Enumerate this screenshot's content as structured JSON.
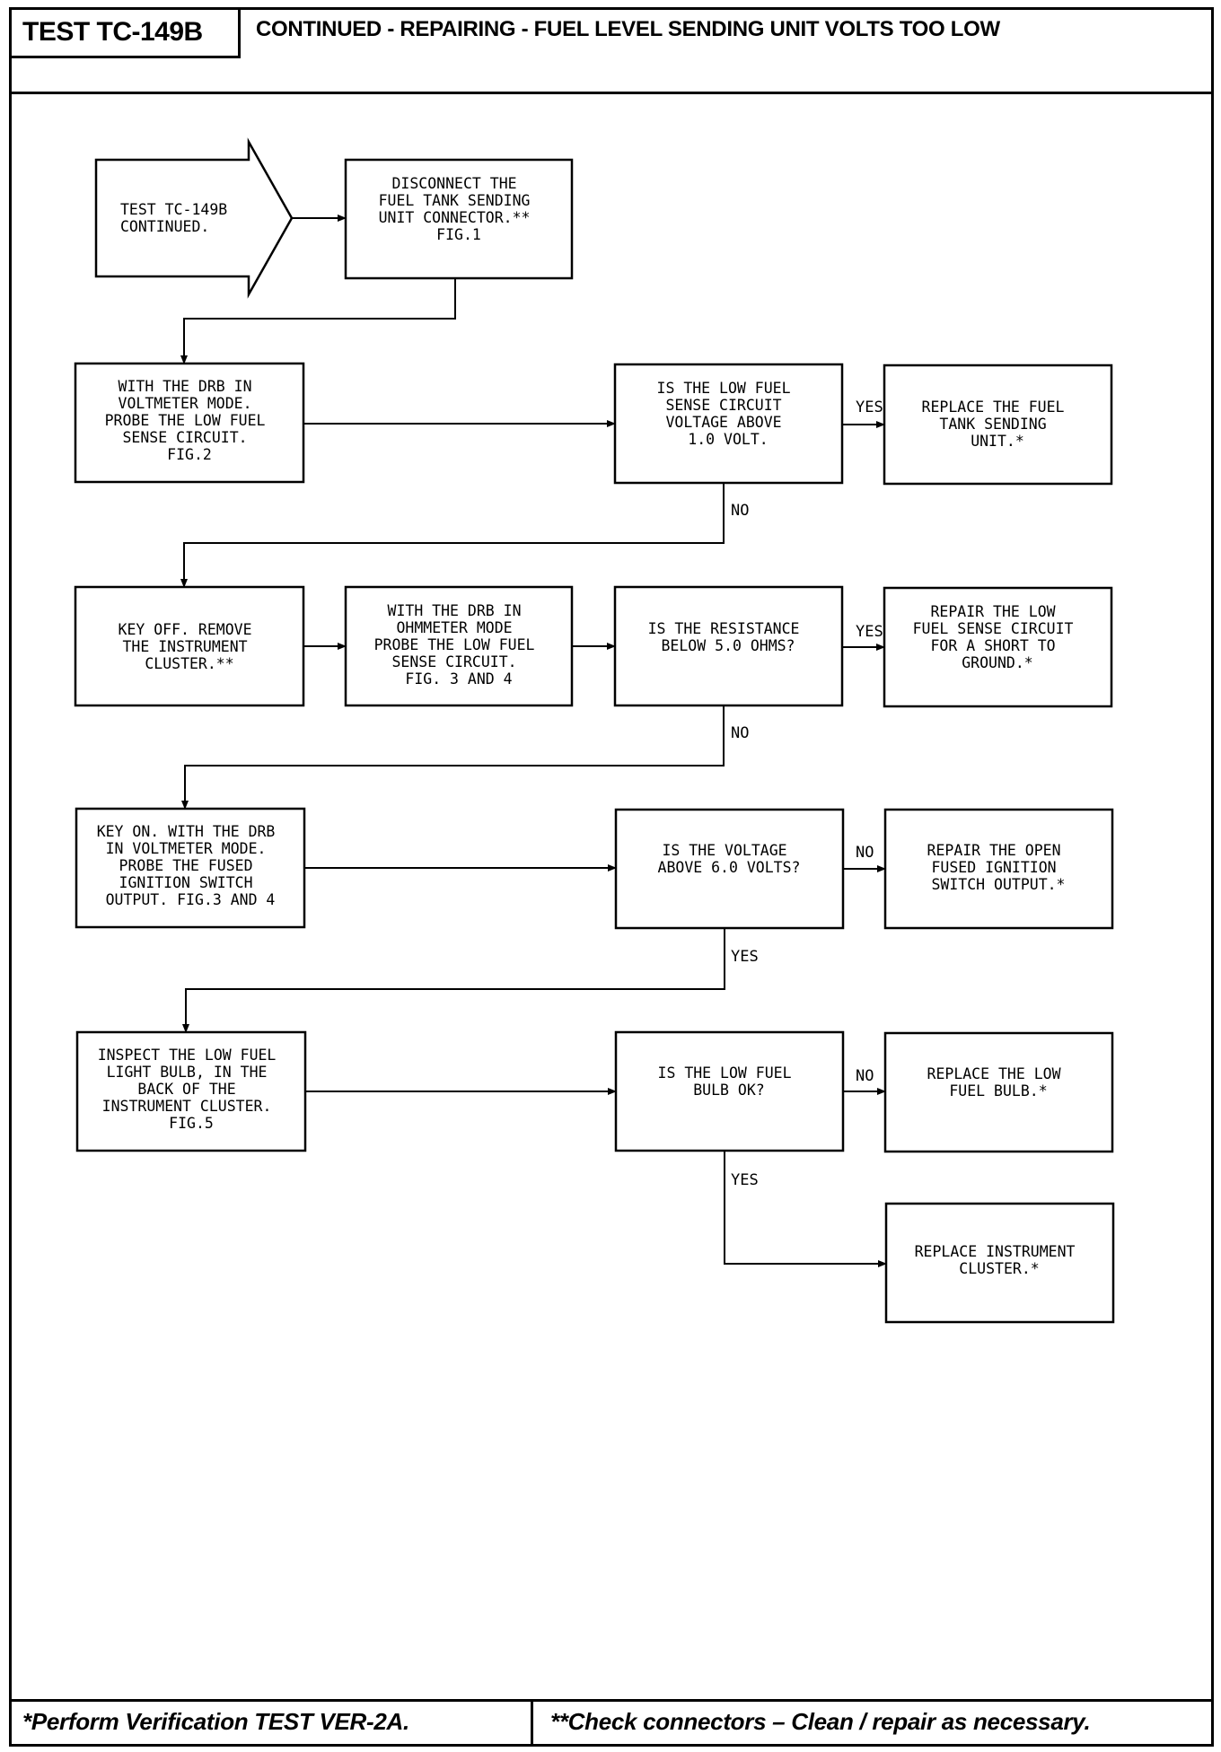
{
  "header": {
    "test_id": "TEST TC-149B",
    "title": "CONTINUED - REPAIRING - FUEL LEVEL SENDING UNIT VOLTS TOO LOW"
  },
  "flow": {
    "start": [
      "TEST TC-149B",
      "CONTINUED."
    ],
    "disconnect": [
      "DISCONNECT THE",
      "FUEL TANK SENDING",
      "UNIT CONNECTOR.**",
      "FIG.1"
    ],
    "probe_voltmeter": [
      "WITH THE DRB IN",
      "VOLTMETER MODE.",
      "PROBE THE LOW FUEL",
      "SENSE CIRCUIT.",
      "FIG.2"
    ],
    "q_voltage_1": [
      "IS THE LOW FUEL",
      "SENSE CIRCUIT",
      "VOLTAGE ABOVE",
      "1.0 VOLT."
    ],
    "replace_sending_unit": [
      "REPLACE THE FUEL",
      "TANK SENDING",
      "UNIT.*"
    ],
    "key_off": [
      "KEY OFF. REMOVE",
      "THE INSTRUMENT",
      "CLUSTER.**"
    ],
    "probe_ohmmeter": [
      "WITH THE DRB IN",
      "OHMMETER MODE",
      "PROBE THE LOW FUEL",
      "SENSE CIRCUIT.",
      "FIG. 3 AND 4"
    ],
    "q_resistance": [
      "IS THE RESISTANCE",
      "BELOW 5.0 OHMS?"
    ],
    "repair_short": [
      "REPAIR THE LOW",
      "FUEL SENSE CIRCUIT",
      "FOR A SHORT TO",
      "GROUND.*"
    ],
    "key_on": [
      "KEY ON. WITH THE DRB",
      "IN VOLTMETER MODE.",
      "PROBE THE FUSED",
      "IGNITION SWITCH",
      "OUTPUT. FIG.3 AND 4"
    ],
    "q_voltage_6": [
      "IS THE VOLTAGE",
      "ABOVE 6.0 VOLTS?"
    ],
    "repair_open": [
      "REPAIR THE OPEN",
      "FUSED IGNITION",
      "SWITCH OUTPUT.*"
    ],
    "inspect_bulb": [
      "INSPECT THE LOW FUEL",
      "LIGHT BULB, IN THE",
      "BACK OF THE",
      "INSTRUMENT CLUSTER.",
      "FIG.5"
    ],
    "q_bulb": [
      "IS THE LOW FUEL",
      "BULB OK?"
    ],
    "replace_bulb": [
      "REPLACE THE LOW",
      "FUEL BULB.*"
    ],
    "replace_cluster": [
      "REPLACE INSTRUMENT",
      "CLUSTER.*"
    ]
  },
  "edge_labels": {
    "yes": "YES",
    "no": "NO"
  },
  "footer": {
    "note_1": "*Perform Verification TEST VER-2A.",
    "note_2": "**Check connectors – Clean / repair as necessary."
  }
}
